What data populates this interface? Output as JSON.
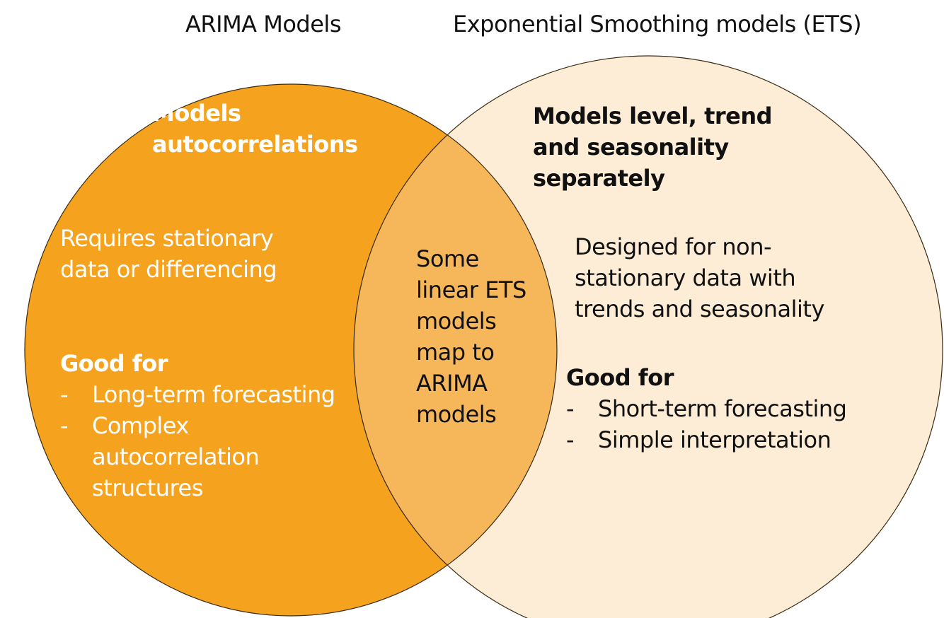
{
  "titles": {
    "left": "ARIMA Models",
    "right": "Exponential Smoothing models (ETS)"
  },
  "colors": {
    "left_fill": "#F5A21F",
    "right_fill": "#FDEDD7",
    "overlap_fill": "#F6B75A",
    "outline": "#3a2a10",
    "left_text": "#FFFFFF",
    "right_text": "#111111"
  },
  "left": {
    "heading": [
      "Models",
      "autocorrelations"
    ],
    "requirement": [
      "Requires stationary",
      "data or differencing"
    ],
    "good_for_label": "Good for",
    "bullet_dash": "-",
    "good_for": [
      [
        "Long-term forecasting"
      ],
      [
        "Complex",
        "autocorrelation",
        "structures"
      ]
    ]
  },
  "right": {
    "heading": [
      "Models level, trend",
      "and seasonality",
      "separately"
    ],
    "description": [
      "Designed for non-",
      "stationary data with",
      "trends and seasonality"
    ],
    "good_for_label": "Good for",
    "bullet_dash": "-",
    "good_for": [
      [
        "Short-term forecasting"
      ],
      [
        "Simple interpretation"
      ]
    ]
  },
  "overlap": {
    "text": [
      "Some",
      "linear ETS",
      "models",
      "map to",
      "ARIMA",
      "models"
    ]
  }
}
